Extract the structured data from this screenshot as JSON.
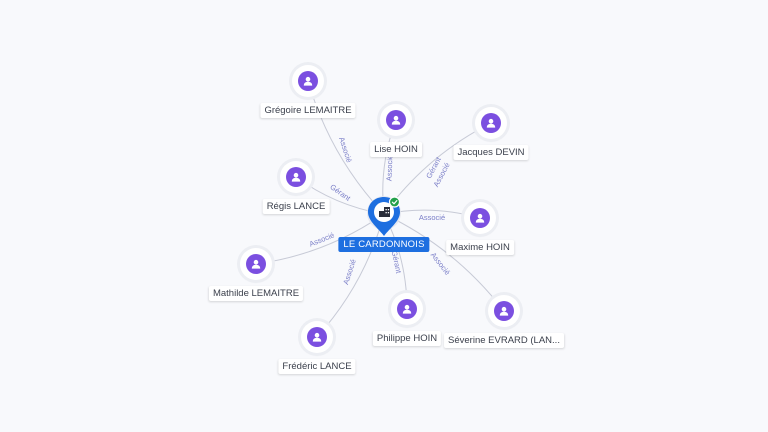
{
  "company": {
    "name": "LE CARDONNOIS",
    "icon": "building-icon",
    "status_icon": "check-circle-icon"
  },
  "colors": {
    "person": "#7b4fe0",
    "center": "#1e6fe0",
    "edge": "#c7cad6",
    "edge_label": "#7b7fc8",
    "verified": "#22a04a"
  },
  "persons": [
    {
      "id": "gregoire-lemaitre",
      "name": "Grégoire LEMAITRE",
      "role": "Associé",
      "icon": "user-icon"
    },
    {
      "id": "lise-hoin",
      "name": "Lise HOIN",
      "role": "Associé",
      "icon": "user-icon"
    },
    {
      "id": "jacques-devin",
      "name": "Jacques DEVIN",
      "role": "Gérant",
      "role2": "Associé",
      "icon": "user-icon"
    },
    {
      "id": "regis-lance",
      "name": "Régis LANCE",
      "role": "Gérant",
      "icon": "user-icon"
    },
    {
      "id": "maxime-hoin",
      "name": "Maxime HOIN",
      "role": "Associé",
      "icon": "user-icon"
    },
    {
      "id": "mathilde-lemaitre",
      "name": "Mathilde LEMAITRE",
      "role": "Associé",
      "icon": "user-icon"
    },
    {
      "id": "philippe-hoin",
      "name": "Philippe HOIN",
      "role": "Gérant",
      "icon": "user-icon"
    },
    {
      "id": "severine-evrard",
      "name": "Séverine EVRARD (LAN...",
      "role": "Associé",
      "icon": "user-icon"
    },
    {
      "id": "frederic-lance",
      "name": "Frédéric LANCE",
      "role": "Associé",
      "icon": "user-icon"
    }
  ]
}
